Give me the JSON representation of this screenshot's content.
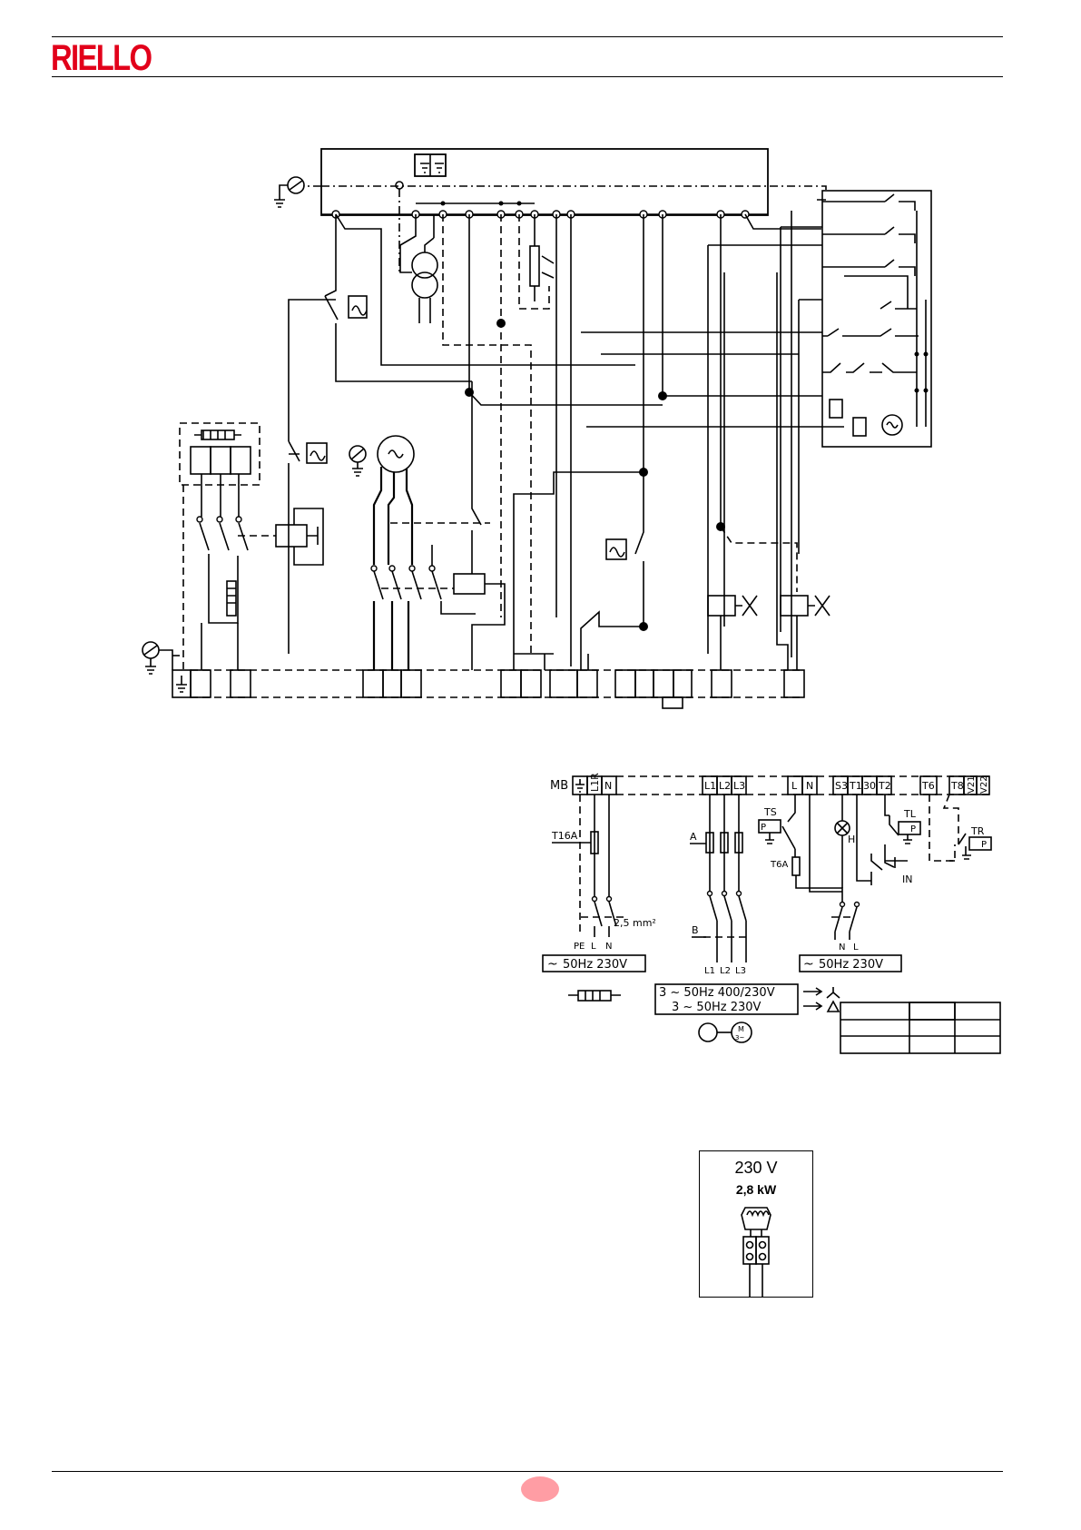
{
  "header": {
    "brand": "RIELLO"
  },
  "supply_diagram": {
    "terminal_board": "MB",
    "terminals": [
      "L1R",
      "N",
      "L1",
      "L2",
      "L3",
      "L",
      "N",
      "S3",
      "T1",
      "30",
      "T2",
      "T6",
      "T8",
      "V21",
      "V22"
    ],
    "fuse_main": "T16A",
    "fuse_aux": "T6A",
    "cable_section": "2,5 mm²",
    "single_phase_labels": [
      "PE",
      "L",
      "N"
    ],
    "three_phase_labels": [
      "L1",
      "L2",
      "L3"
    ],
    "aux_labels": [
      "N",
      "L"
    ],
    "component_codes": [
      "A",
      "B",
      "TS",
      "H",
      "TL",
      "TR",
      "IN"
    ],
    "supply_left": "50Hz  230V",
    "supply_right": "50Hz  230V",
    "three_phase_star": "3  ~ 50Hz  400/230V",
    "three_phase_delta": "3 ~ 50Hz  230V",
    "sensor_letter": "P",
    "motor_letter": "M",
    "motor_phase": "3~"
  },
  "heater_spec": {
    "voltage": "230 V",
    "power": "2,8 kW"
  }
}
